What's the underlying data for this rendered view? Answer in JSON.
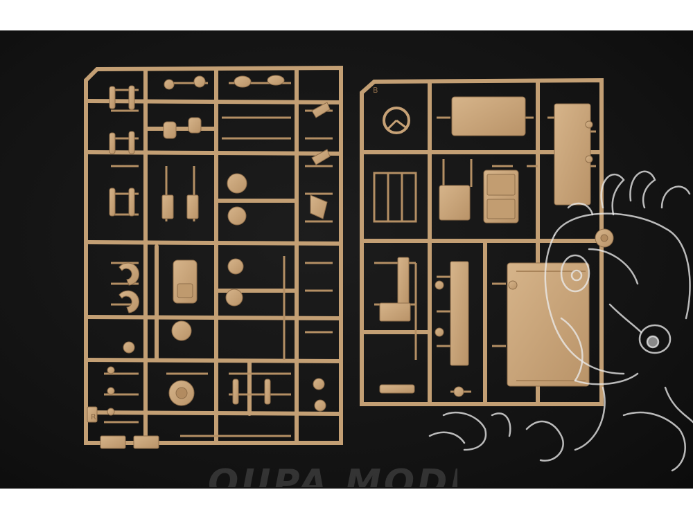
{
  "photo": {
    "subject": "model-kit-sprues",
    "background_color": "#141414",
    "plastic_color": "#c9a57a",
    "plastic_shadow": "#9c7b55"
  },
  "sprues": [
    {
      "id": "sprue-R",
      "label": "R"
    },
    {
      "id": "sprue-B",
      "label": "B"
    }
  ],
  "watermark": {
    "brand_text": "OUPA MODEL",
    "logo_icon": "sketched-cartoon-creature-logo"
  }
}
